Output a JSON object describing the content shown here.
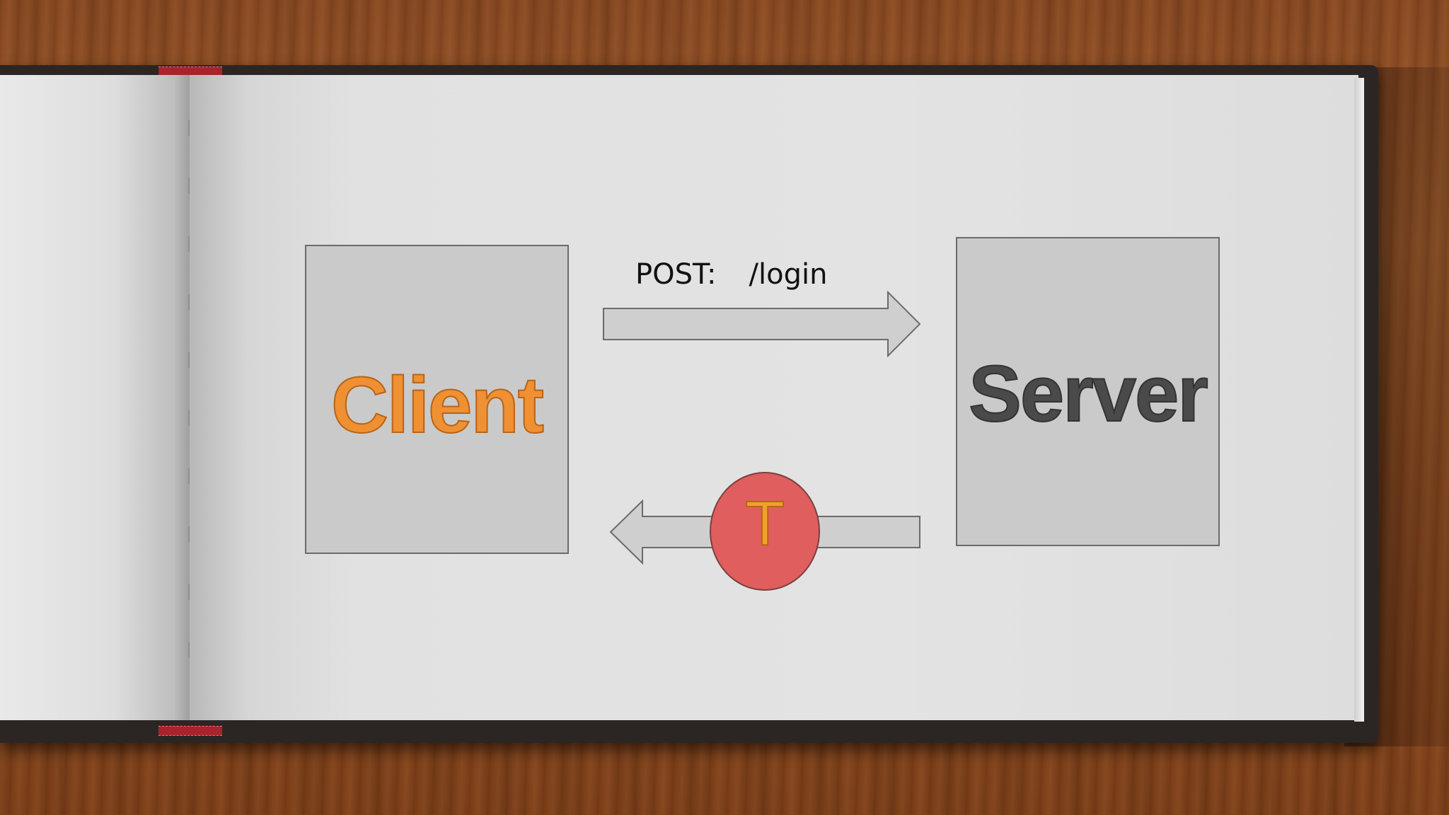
{
  "diagram": {
    "client": {
      "label": "Client",
      "color": "#ef9033"
    },
    "server": {
      "label": "Server",
      "color": "#4a4a4a"
    },
    "request": {
      "method": "POST:",
      "path": "/login",
      "direction": "client-to-server"
    },
    "response": {
      "token": "T",
      "token_color": "#e05e5e",
      "direction": "server-to-client"
    }
  },
  "scene": {
    "background": "wooden table",
    "book_cover_color": "#2b2624",
    "bookmark_color": "#a8232b",
    "page_color": "#e1e1e1"
  }
}
